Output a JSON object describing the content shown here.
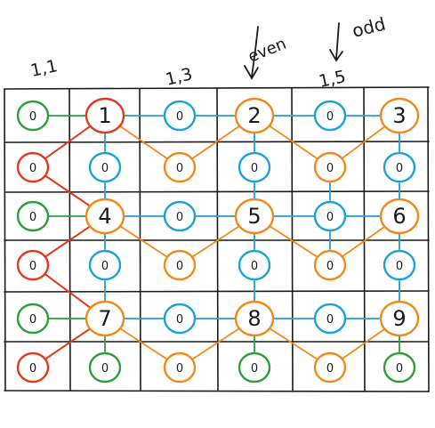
{
  "annotations": {
    "corner_label": "1,1",
    "col3_label": "1,3",
    "even_label": "even",
    "col5_label": "1,5",
    "odd_label": "odd"
  },
  "grid": {
    "rows": 6,
    "cols": 6,
    "cells": [
      [
        {
          "text": "0",
          "ring": "green"
        },
        {
          "text": "1",
          "ring": "red"
        },
        {
          "text": "0",
          "ring": "blue"
        },
        {
          "text": "2",
          "ring": "orange"
        },
        {
          "text": "0",
          "ring": "blue"
        },
        {
          "text": "3",
          "ring": "orange"
        }
      ],
      [
        {
          "text": "0",
          "ring": "red"
        },
        {
          "text": "0",
          "ring": "blue"
        },
        {
          "text": "0",
          "ring": "orange"
        },
        {
          "text": "0",
          "ring": "blue"
        },
        {
          "text": "0",
          "ring": "orange"
        },
        {
          "text": "0",
          "ring": "blue"
        }
      ],
      [
        {
          "text": "0",
          "ring": "green"
        },
        {
          "text": "4",
          "ring": "orange"
        },
        {
          "text": "0",
          "ring": "blue"
        },
        {
          "text": "5",
          "ring": "orange"
        },
        {
          "text": "0",
          "ring": "blue"
        },
        {
          "text": "6",
          "ring": "orange"
        }
      ],
      [
        {
          "text": "0",
          "ring": "red"
        },
        {
          "text": "0",
          "ring": "blue"
        },
        {
          "text": "0",
          "ring": "orange"
        },
        {
          "text": "0",
          "ring": "blue"
        },
        {
          "text": "0",
          "ring": "orange"
        },
        {
          "text": "0",
          "ring": "blue"
        }
      ],
      [
        {
          "text": "0",
          "ring": "green"
        },
        {
          "text": "7",
          "ring": "orange"
        },
        {
          "text": "0",
          "ring": "blue"
        },
        {
          "text": "8",
          "ring": "orange"
        },
        {
          "text": "0",
          "ring": "blue"
        },
        {
          "text": "9",
          "ring": "orange"
        }
      ],
      [
        {
          "text": "0",
          "ring": "red"
        },
        {
          "text": "0",
          "ring": "green"
        },
        {
          "text": "0",
          "ring": "orange"
        },
        {
          "text": "0",
          "ring": "green"
        },
        {
          "text": "0",
          "ring": "orange"
        },
        {
          "text": "0",
          "ring": "green"
        }
      ]
    ]
  },
  "edges": [
    {
      "from": [
        0,
        0
      ],
      "to": [
        0,
        1
      ],
      "color": "green"
    },
    {
      "from": [
        2,
        0
      ],
      "to": [
        2,
        1
      ],
      "color": "green"
    },
    {
      "from": [
        4,
        0
      ],
      "to": [
        4,
        1
      ],
      "color": "green"
    },
    {
      "from": [
        4,
        1
      ],
      "to": [
        5,
        1
      ],
      "color": "green"
    },
    {
      "from": [
        4,
        3
      ],
      "to": [
        5,
        3
      ],
      "color": "green"
    },
    {
      "from": [
        4,
        5
      ],
      "to": [
        5,
        5
      ],
      "color": "green"
    },
    {
      "from": [
        0,
        1
      ],
      "to": [
        0,
        2
      ],
      "color": "blue"
    },
    {
      "from": [
        0,
        2
      ],
      "to": [
        0,
        3
      ],
      "color": "blue"
    },
    {
      "from": [
        0,
        3
      ],
      "to": [
        0,
        4
      ],
      "color": "blue"
    },
    {
      "from": [
        0,
        4
      ],
      "to": [
        0,
        5
      ],
      "color": "blue"
    },
    {
      "from": [
        2,
        1
      ],
      "to": [
        2,
        2
      ],
      "color": "blue"
    },
    {
      "from": [
        2,
        2
      ],
      "to": [
        2,
        3
      ],
      "color": "blue"
    },
    {
      "from": [
        2,
        3
      ],
      "to": [
        2,
        4
      ],
      "color": "blue"
    },
    {
      "from": [
        2,
        4
      ],
      "to": [
        2,
        5
      ],
      "color": "blue"
    },
    {
      "from": [
        4,
        1
      ],
      "to": [
        4,
        2
      ],
      "color": "blue"
    },
    {
      "from": [
        4,
        2
      ],
      "to": [
        4,
        3
      ],
      "color": "blue"
    },
    {
      "from": [
        4,
        3
      ],
      "to": [
        4,
        4
      ],
      "color": "blue"
    },
    {
      "from": [
        4,
        4
      ],
      "to": [
        4,
        5
      ],
      "color": "blue"
    },
    {
      "from": [
        0,
        1
      ],
      "to": [
        1,
        1
      ],
      "color": "blue"
    },
    {
      "from": [
        1,
        1
      ],
      "to": [
        2,
        1
      ],
      "color": "blue"
    },
    {
      "from": [
        2,
        1
      ],
      "to": [
        3,
        1
      ],
      "color": "blue"
    },
    {
      "from": [
        3,
        1
      ],
      "to": [
        4,
        1
      ],
      "color": "blue"
    },
    {
      "from": [
        0,
        3
      ],
      "to": [
        1,
        3
      ],
      "color": "blue"
    },
    {
      "from": [
        1,
        3
      ],
      "to": [
        2,
        3
      ],
      "color": "blue"
    },
    {
      "from": [
        2,
        3
      ],
      "to": [
        3,
        3
      ],
      "color": "blue"
    },
    {
      "from": [
        3,
        3
      ],
      "to": [
        4,
        3
      ],
      "color": "blue"
    },
    {
      "from": [
        0,
        5
      ],
      "to": [
        1,
        5
      ],
      "color": "blue"
    },
    {
      "from": [
        1,
        5
      ],
      "to": [
        2,
        5
      ],
      "color": "blue"
    },
    {
      "from": [
        2,
        5
      ],
      "to": [
        3,
        5
      ],
      "color": "blue"
    },
    {
      "from": [
        3,
        5
      ],
      "to": [
        4,
        5
      ],
      "color": "blue"
    },
    {
      "from": [
        1,
        4
      ],
      "to": [
        2,
        4
      ],
      "color": "blue"
    },
    {
      "from": [
        2,
        4
      ],
      "to": [
        3,
        4
      ],
      "color": "blue"
    },
    {
      "from": [
        0,
        1
      ],
      "to": [
        1,
        2
      ],
      "color": "orange"
    },
    {
      "from": [
        1,
        2
      ],
      "to": [
        0,
        3
      ],
      "color": "orange"
    },
    {
      "from": [
        0,
        3
      ],
      "to": [
        1,
        4
      ],
      "color": "orange"
    },
    {
      "from": [
        1,
        4
      ],
      "to": [
        0,
        5
      ],
      "color": "orange"
    },
    {
      "from": [
        2,
        1
      ],
      "to": [
        3,
        2
      ],
      "color": "orange"
    },
    {
      "from": [
        3,
        2
      ],
      "to": [
        2,
        3
      ],
      "color": "orange"
    },
    {
      "from": [
        2,
        3
      ],
      "to": [
        3,
        4
      ],
      "color": "orange"
    },
    {
      "from": [
        3,
        4
      ],
      "to": [
        2,
        5
      ],
      "color": "orange"
    },
    {
      "from": [
        4,
        1
      ],
      "to": [
        5,
        2
      ],
      "color": "orange"
    },
    {
      "from": [
        5,
        2
      ],
      "to": [
        4,
        3
      ],
      "color": "orange"
    },
    {
      "from": [
        4,
        3
      ],
      "to": [
        5,
        4
      ],
      "color": "orange"
    },
    {
      "from": [
        5,
        4
      ],
      "to": [
        4,
        5
      ],
      "color": "orange"
    },
    {
      "from": [
        0,
        1
      ],
      "to": [
        1,
        0
      ],
      "color": "red"
    },
    {
      "from": [
        1,
        0
      ],
      "to": [
        2,
        1
      ],
      "color": "red"
    },
    {
      "from": [
        2,
        1
      ],
      "to": [
        3,
        0
      ],
      "color": "red"
    },
    {
      "from": [
        3,
        0
      ],
      "to": [
        4,
        1
      ],
      "color": "red"
    },
    {
      "from": [
        4,
        1
      ],
      "to": [
        5,
        0
      ],
      "color": "red"
    }
  ],
  "colors": {
    "green": "#2e9e3a",
    "blue": "#1ea0d8",
    "orange": "#f08a1c",
    "red": "#e23a1c",
    "ink": "#1a1a1a"
  }
}
